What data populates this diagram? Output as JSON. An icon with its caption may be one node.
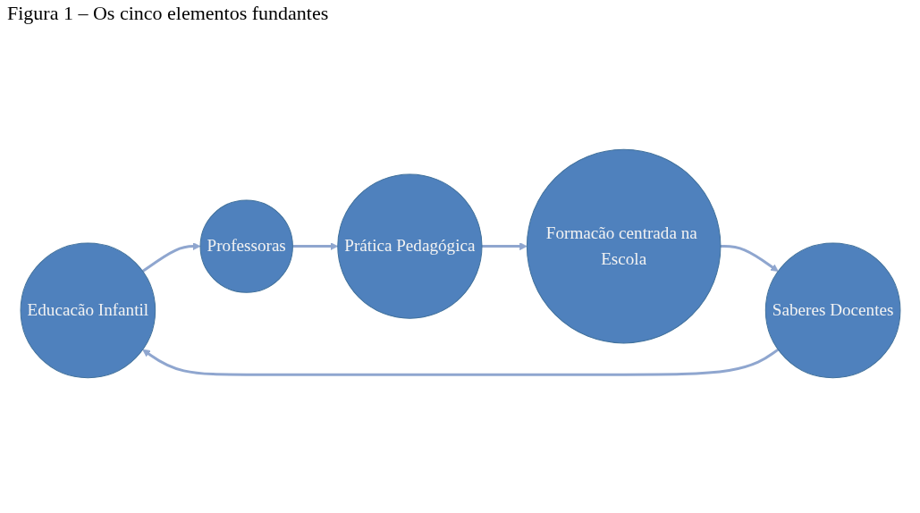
{
  "diagram": {
    "title": "Figura 1 – Os cinco elementos fundantes",
    "nodes": [
      {
        "text": [
          "Educacão Infantil"
        ]
      },
      {
        "text": [
          "Professoras"
        ]
      },
      {
        "text": [
          "Prática Pedagógica"
        ]
      },
      {
        "text": [
          "Formacão centrada na Escola"
        ]
      },
      {
        "text": [
          "Saberes Docentes"
        ]
      }
    ],
    "edges": [
      {
        "from": 0,
        "to": 1,
        "arrow": "to"
      },
      {
        "from": 1,
        "to": 2,
        "arrow": "to"
      },
      {
        "from": 2,
        "to": 3,
        "arrow": "to"
      },
      {
        "from": 3,
        "to": 4,
        "arrow": "to"
      },
      {
        "from": 4,
        "to": 0,
        "arrow": "to"
      }
    ]
  }
}
